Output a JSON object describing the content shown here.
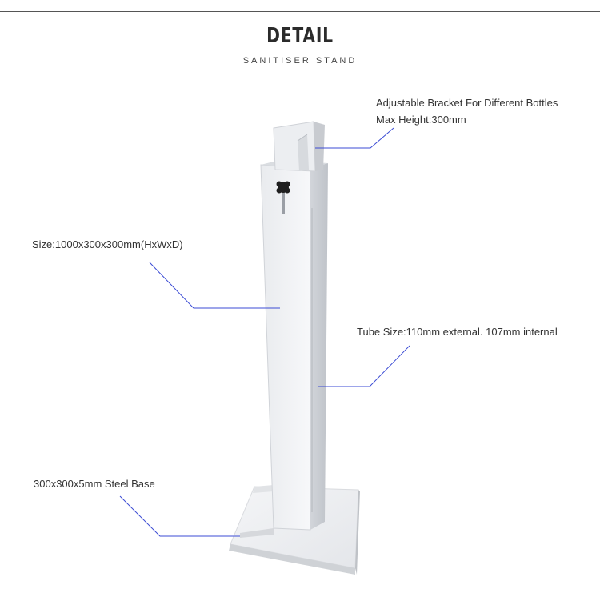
{
  "header": {
    "title": "DETAIL",
    "subtitle": "SANITISER STAND"
  },
  "callouts": {
    "bracket_line1": "Adjustable Bracket For Different Bottles",
    "bracket_line2": "Max Height:300mm",
    "size": "Size:1000x300x300mm(HxWxD)",
    "tube": "Tube Size:110mm external. 107mm internal",
    "base": "300x300x5mm Steel Base"
  },
  "colors": {
    "leader_line": "#3b4bd4",
    "stand_body": "#f2f3f5",
    "stand_shadow": "#c9ccd1"
  }
}
